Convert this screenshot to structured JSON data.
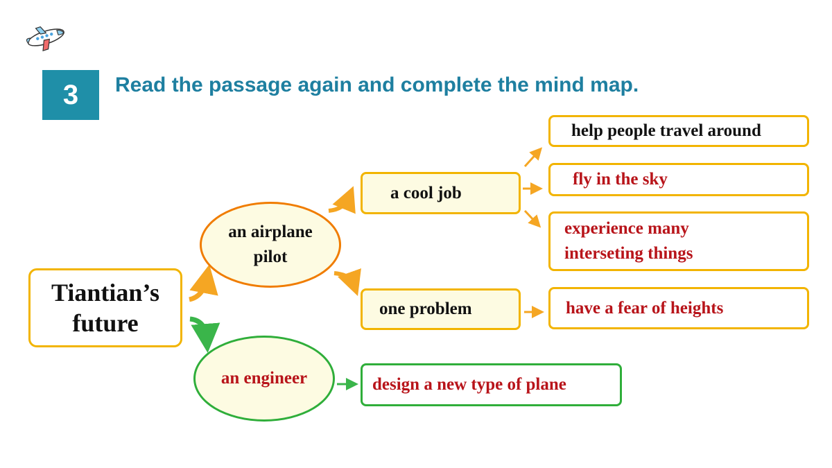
{
  "header": {
    "number": "3",
    "instruction": "Read the passage again and complete the mind map."
  },
  "mind_map": {
    "root": {
      "line1": "Tiantian’s",
      "line2": "future"
    },
    "pilot": {
      "line1": "an airplane",
      "line2": "pilot",
      "cool_job": {
        "label": "a cool job",
        "answers": [
          "help people travel around",
          "fly in the sky",
          "experience many interseting things"
        ]
      },
      "problem": {
        "label": "one problem",
        "answer": "have a fear of heights"
      }
    },
    "engineer": {
      "label": "an engineer",
      "answer": "design a new type of plane"
    }
  },
  "colors": {
    "accent_teal": "#1f8fa8",
    "instruction_text": "#1e7fa0",
    "orange_border": "#f2b400",
    "answer_red": "#b8141a",
    "green": "#2fae3a",
    "oval_orange": "#f07c00"
  },
  "icons": {
    "decoration": "airplane-icon"
  }
}
